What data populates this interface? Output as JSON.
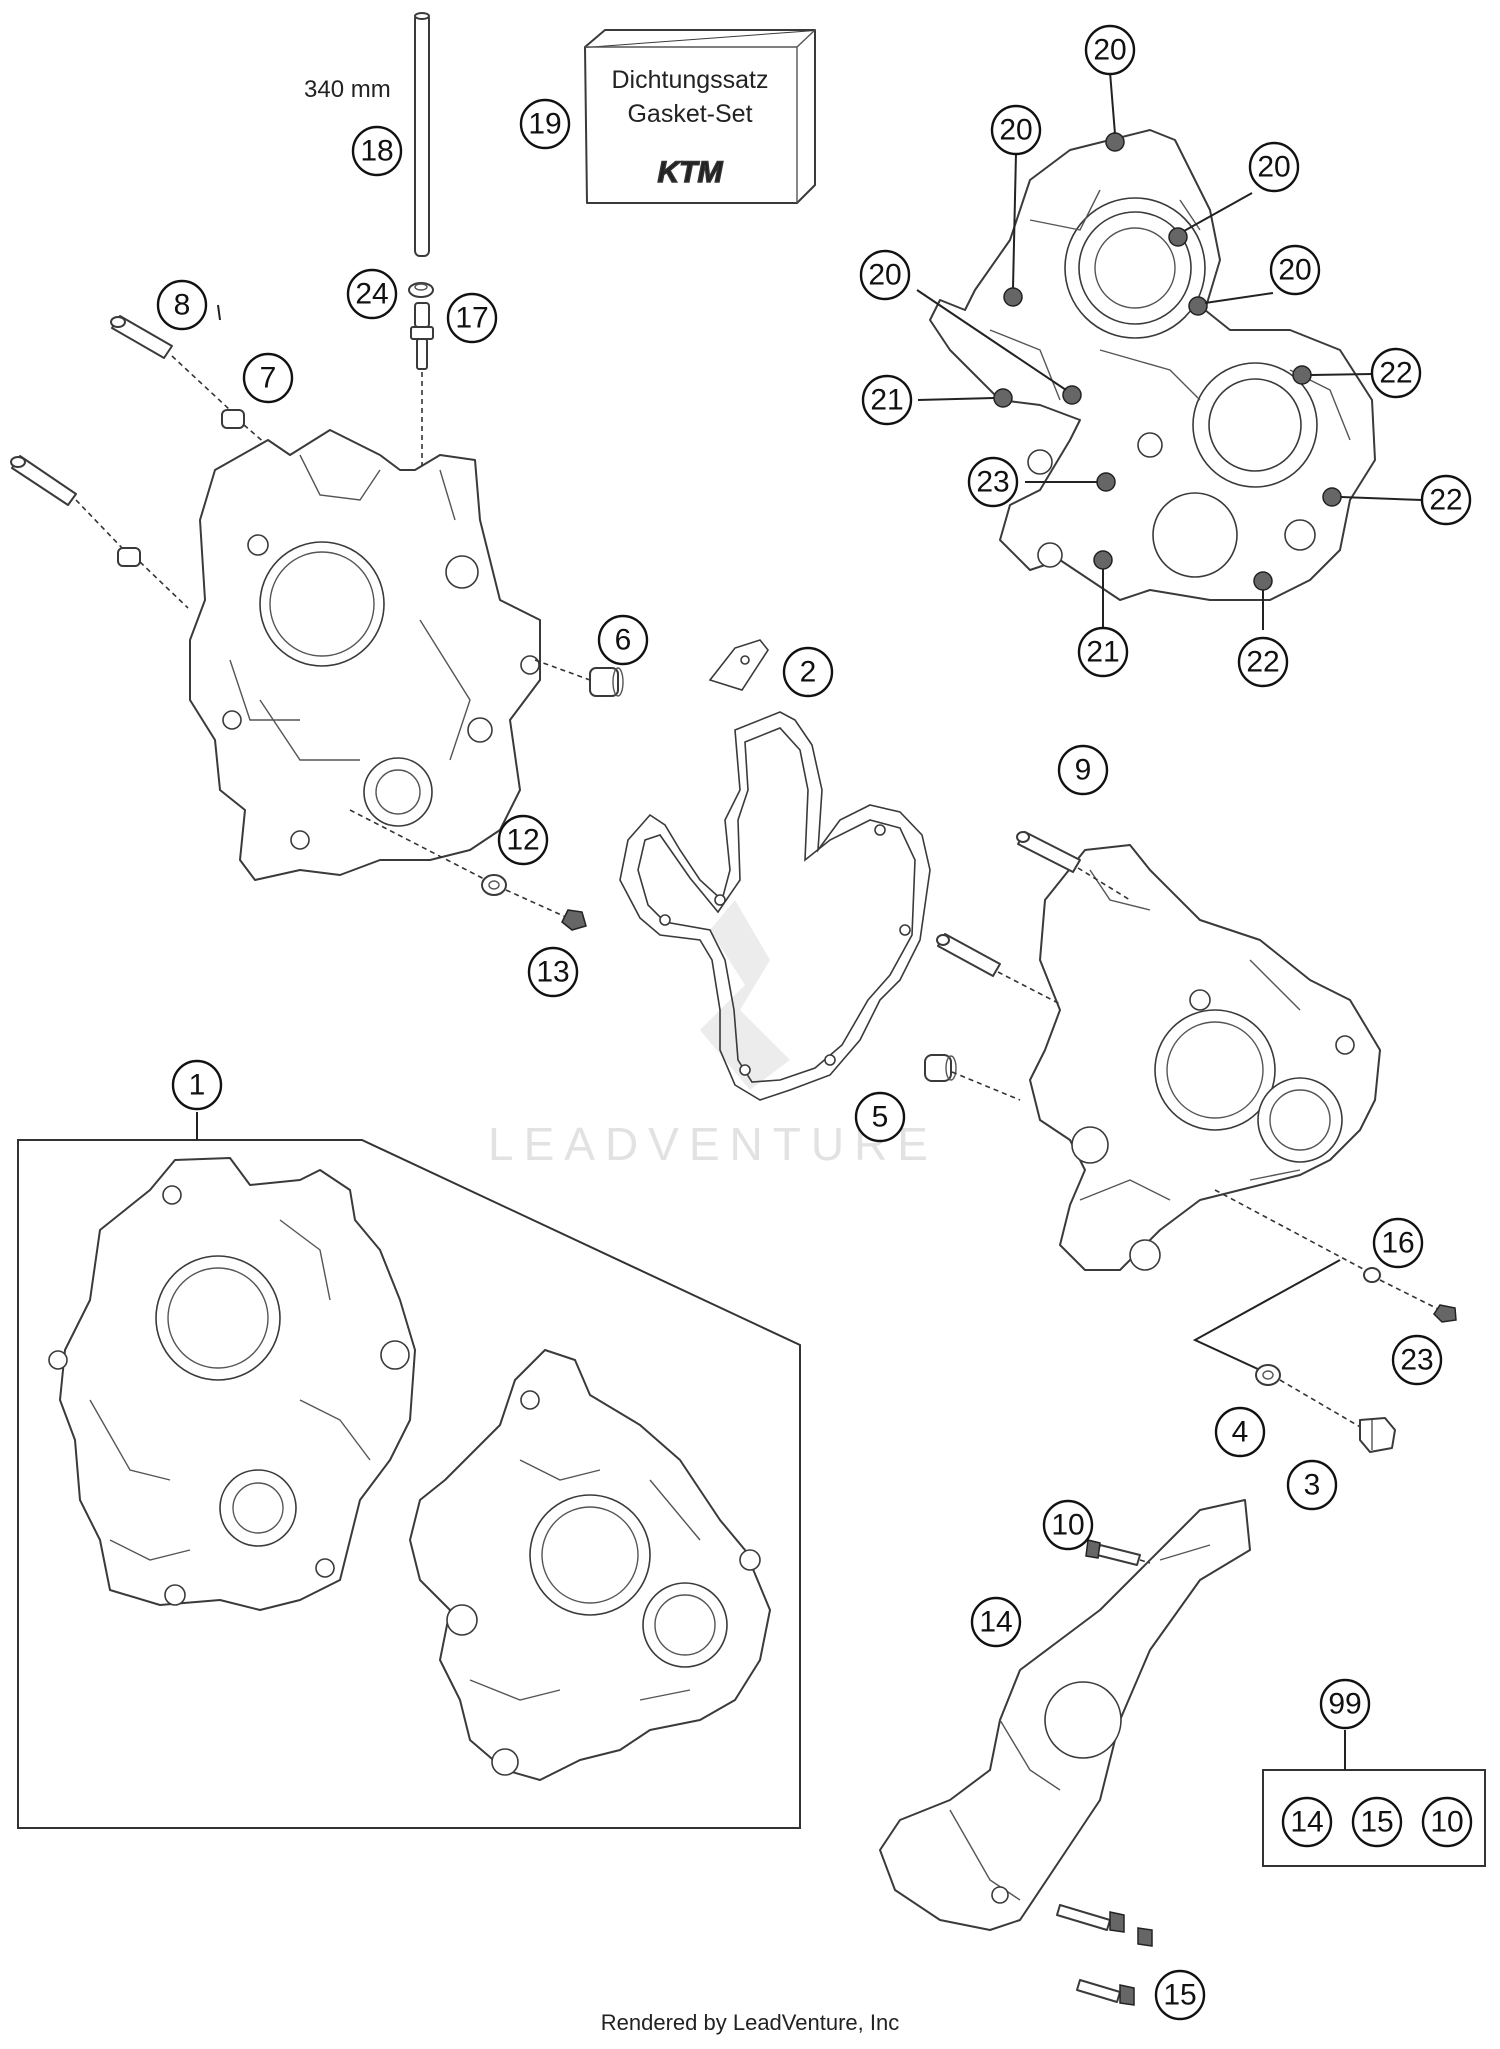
{
  "box_label": {
    "line1": "Dichtungssatz",
    "line2": "Gasket-Set",
    "logo": "KTM"
  },
  "dimension_label": "340 mm",
  "watermark": "LEADVENTURE",
  "footer": "Rendered by LeadVenture, Inc",
  "callouts": {
    "c1": "1",
    "c2": "2",
    "c3": "3",
    "c4": "4",
    "c5": "5",
    "c6": "6",
    "c7": "7",
    "c8": "8",
    "c9": "9",
    "c10a": "10",
    "c12": "12",
    "c13": "13",
    "c14a": "14",
    "c15a": "15",
    "c16": "16",
    "c17": "17",
    "c18": "18",
    "c19": "19",
    "c20a": "20",
    "c20b": "20",
    "c20c": "20",
    "c20d": "20",
    "c20e": "20",
    "c21a": "21",
    "c21b": "21",
    "c22a": "22",
    "c22b": "22",
    "c22c": "22",
    "c23a": "23",
    "c23b": "23",
    "c24": "24",
    "c99": "99",
    "kit14": "14",
    "kit15": "15",
    "kit10": "10"
  }
}
